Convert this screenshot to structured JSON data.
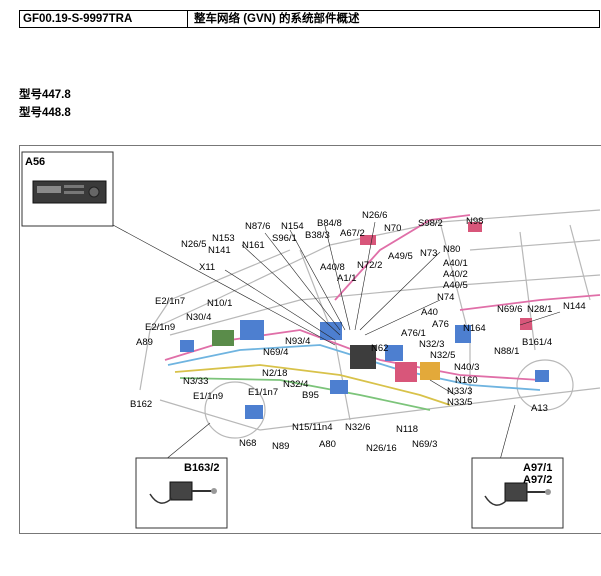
{
  "header": {
    "code": "GF00.19-S-9997TRA",
    "title": "整车网络 (GVN) 的系统部件概述"
  },
  "models": [
    "型号447.8",
    "型号448.8"
  ],
  "diagram": {
    "inset_labels": {
      "top_left": "A56",
      "bottom_left": "B163/2",
      "bottom_right_1": "A97/1",
      "bottom_right_2": "A97/2"
    },
    "labels": [
      {
        "id": "n87_6",
        "text": "N87/6"
      },
      {
        "id": "n154",
        "text": "N154"
      },
      {
        "id": "b84_8",
        "text": "B84/8"
      },
      {
        "id": "n26_6",
        "text": "N26/6"
      },
      {
        "id": "s98_2",
        "text": "S98/2"
      },
      {
        "id": "n98",
        "text": "N98"
      },
      {
        "id": "n153",
        "text": "N153"
      },
      {
        "id": "s96_1",
        "text": "S96/1"
      },
      {
        "id": "b38_3",
        "text": "B38/3"
      },
      {
        "id": "a67_2",
        "text": "A67/2"
      },
      {
        "id": "n70",
        "text": "N70"
      },
      {
        "id": "n26_5",
        "text": "N26/5"
      },
      {
        "id": "n161",
        "text": "N161"
      },
      {
        "id": "n141",
        "text": "N141"
      },
      {
        "id": "a49_5",
        "text": "A49/5"
      },
      {
        "id": "n73",
        "text": "N73"
      },
      {
        "id": "n80",
        "text": "N80"
      },
      {
        "id": "a40_8",
        "text": "A40/8"
      },
      {
        "id": "n72_2",
        "text": "N72/2"
      },
      {
        "id": "a40_1",
        "text": "A40/1"
      },
      {
        "id": "x11",
        "text": "X11"
      },
      {
        "id": "a1_1",
        "text": "A1/1"
      },
      {
        "id": "a40_2",
        "text": "A40/2"
      },
      {
        "id": "a40_5",
        "text": "A40/5"
      },
      {
        "id": "e2_1n7",
        "text": "E2/1n7"
      },
      {
        "id": "n74",
        "text": "N74"
      },
      {
        "id": "n10_1",
        "text": "N10/1"
      },
      {
        "id": "n69_6",
        "text": "N69/6"
      },
      {
        "id": "n28_1",
        "text": "N28/1"
      },
      {
        "id": "n144",
        "text": "N144"
      },
      {
        "id": "n30_4",
        "text": "N30/4"
      },
      {
        "id": "a40",
        "text": "A40"
      },
      {
        "id": "e2_1n9",
        "text": "E2/1n9"
      },
      {
        "id": "a76",
        "text": "A76"
      },
      {
        "id": "n164",
        "text": "N164"
      },
      {
        "id": "a76_1",
        "text": "A76/1"
      },
      {
        "id": "n93_4",
        "text": "N93/4"
      },
      {
        "id": "a89",
        "text": "A89"
      },
      {
        "id": "n32_3",
        "text": "N32/3"
      },
      {
        "id": "b161_4",
        "text": "B161/4"
      },
      {
        "id": "n69_4",
        "text": "N69/4"
      },
      {
        "id": "n62",
        "text": "N62"
      },
      {
        "id": "n88_1",
        "text": "N88/1"
      },
      {
        "id": "n32_5",
        "text": "N32/5"
      },
      {
        "id": "n2_18",
        "text": "N2/18"
      },
      {
        "id": "n40_3",
        "text": "N40/3"
      },
      {
        "id": "n3_33",
        "text": "N3/33"
      },
      {
        "id": "n32_4",
        "text": "N32/4"
      },
      {
        "id": "n160",
        "text": "N160"
      },
      {
        "id": "e1_1n7",
        "text": "E1/1n7"
      },
      {
        "id": "n33_3",
        "text": "N33/3"
      },
      {
        "id": "b95",
        "text": "B95"
      },
      {
        "id": "e1_1n9",
        "text": "E1/1n9"
      },
      {
        "id": "n33_5",
        "text": "N33/5"
      },
      {
        "id": "a13",
        "text": "A13"
      },
      {
        "id": "b162",
        "text": "B162"
      },
      {
        "id": "n15_11n4",
        "text": "N15/11n4"
      },
      {
        "id": "n32_6",
        "text": "N32/6"
      },
      {
        "id": "n118",
        "text": "N118"
      },
      {
        "id": "n68",
        "text": "N68"
      },
      {
        "id": "n89",
        "text": "N89"
      },
      {
        "id": "a80",
        "text": "A80"
      },
      {
        "id": "n26_16",
        "text": "N26/16"
      },
      {
        "id": "n69_3",
        "text": "N69/3"
      }
    ]
  }
}
